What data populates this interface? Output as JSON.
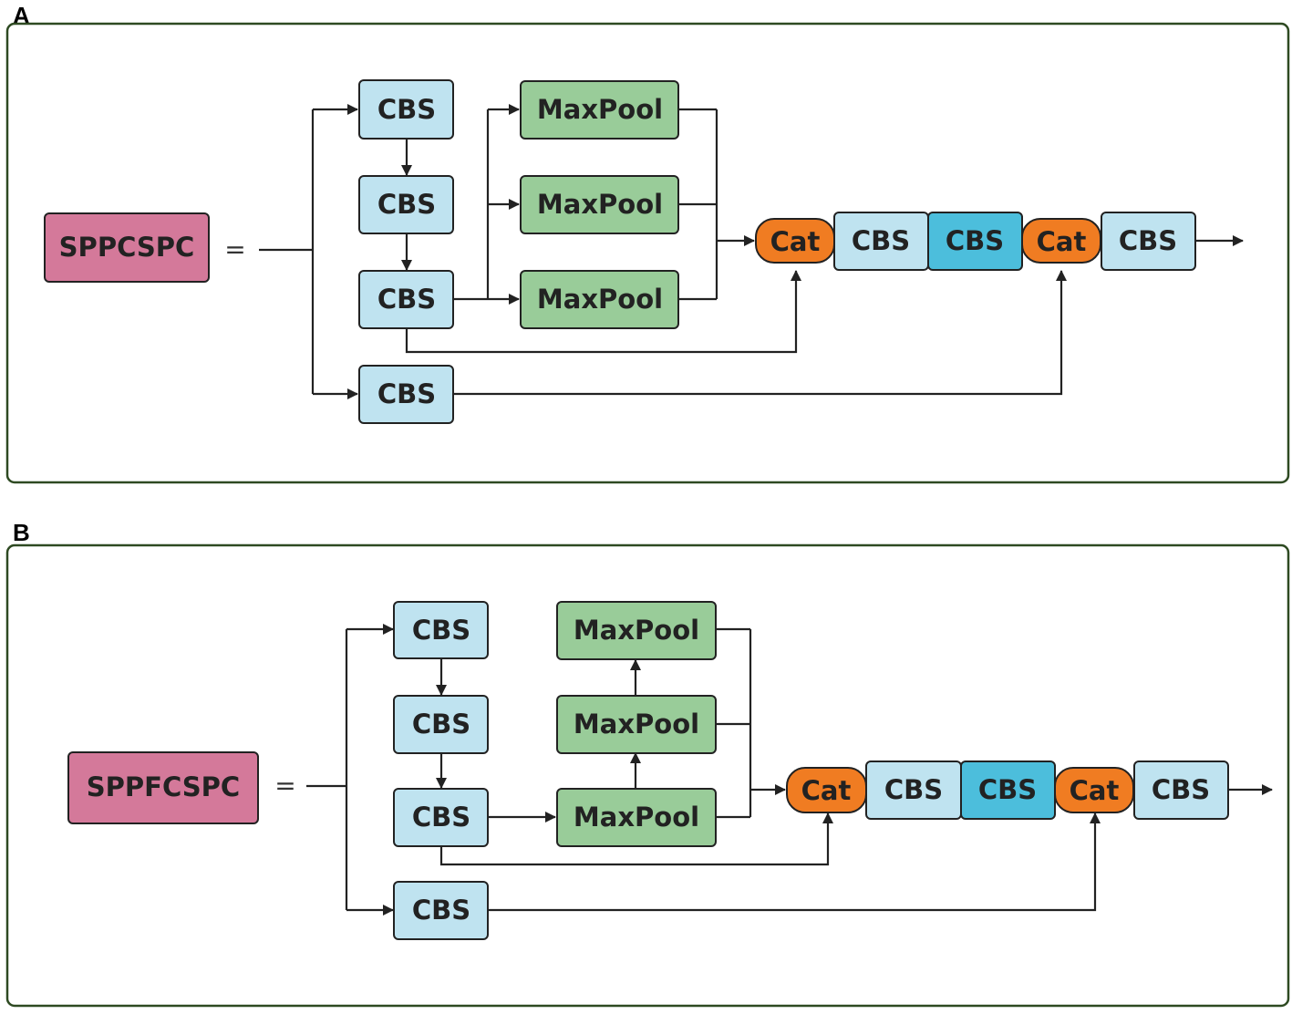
{
  "panels": {
    "a": {
      "label": "A",
      "module": "SPPCSPC",
      "equals": "=",
      "cbs_branch": [
        "CBS",
        "CBS",
        "CBS",
        "CBS"
      ],
      "maxpool": [
        "MaxPool",
        "MaxPool",
        "MaxPool"
      ],
      "chain": [
        "Cat",
        "CBS",
        "CBS",
        "Cat",
        "CBS"
      ]
    },
    "b": {
      "label": "B",
      "module": "SPPFCSPC",
      "equals": "=",
      "cbs_branch": [
        "CBS",
        "CBS",
        "CBS",
        "CBS"
      ],
      "maxpool": [
        "MaxPool",
        "MaxPool",
        "MaxPool"
      ],
      "chain": [
        "Cat",
        "CBS",
        "CBS",
        "Cat",
        "CBS"
      ]
    }
  },
  "colors": {
    "module": "#d4799a",
    "cbs": "#bfe3f0",
    "cbs_dark": "#4cbedc",
    "maxpool": "#99cc99",
    "cat": "#f07c22",
    "frame": "#2e4a22"
  }
}
